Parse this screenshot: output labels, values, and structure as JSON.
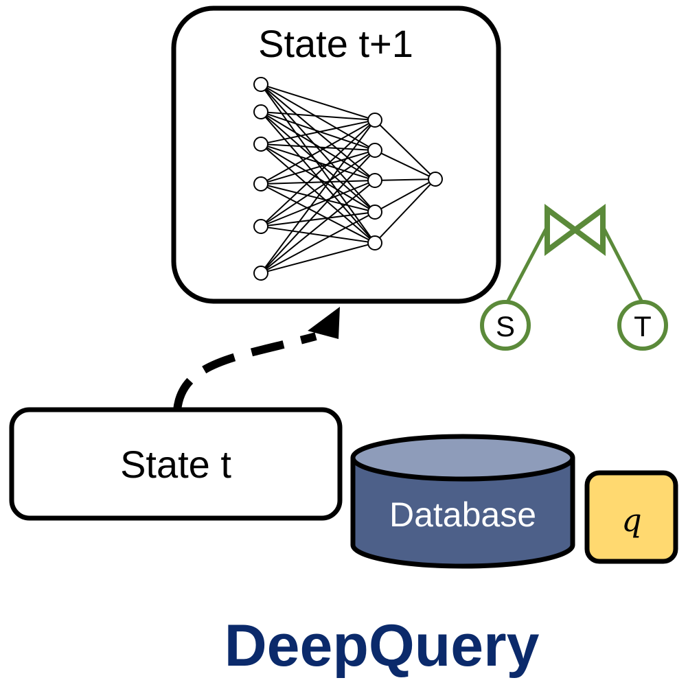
{
  "state_next": {
    "label": "State t+1"
  },
  "state_current": {
    "label": "State t"
  },
  "database": {
    "label": "Database"
  },
  "query": {
    "label": "q"
  },
  "join": {
    "left_label": "S",
    "right_label": "T"
  },
  "neural_net": {
    "layers": [
      6,
      5,
      1
    ]
  },
  "title": {
    "text": "DeepQuery"
  },
  "colors": {
    "outline": "#000000",
    "database_fill": "#4d6089",
    "database_top": "#8e9cba",
    "database_text": "#ffffff",
    "query_fill": "#ffd970",
    "join_green": "#5b8a3a",
    "title": "#0b2a6b"
  }
}
